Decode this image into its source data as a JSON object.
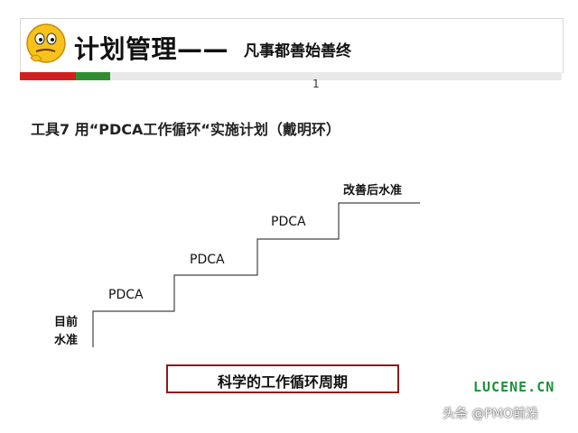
{
  "header": {
    "title": "计划管理——",
    "subtitle": "凡事都善始善终",
    "page_number": "1",
    "icon": "smiley-thinking-icon"
  },
  "heading": "工具7 用“PDCA工作循环“实施计划（戴明环）",
  "staircase": {
    "current_level_line1": "目前",
    "current_level_line2": "水准",
    "steps": [
      "PDCA",
      "PDCA",
      "PDCA"
    ],
    "improved_level": "改善后水准"
  },
  "cycle_box": "科学的工作循环周期",
  "logo": "LUCENE.CN",
  "watermark": "头条 @PMO前沿",
  "colors": {
    "red": "#d01f1f",
    "green": "#2f8f2f",
    "box_border": "#8c1a1a",
    "logo": "#1f8f3a"
  }
}
